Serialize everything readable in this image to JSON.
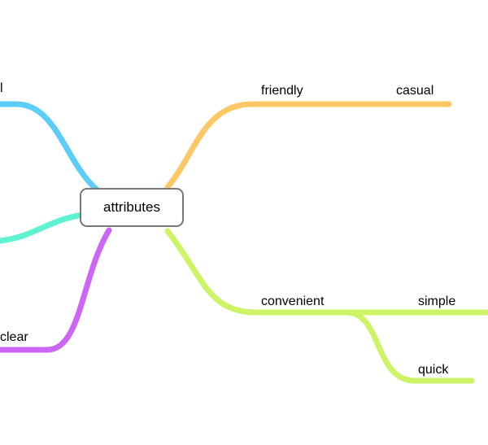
{
  "central": {
    "label": "attributes"
  },
  "colors": {
    "blue": "#5ccdf8",
    "teal": "#5ef3d0",
    "purple": "#cc66f4",
    "orange": "#ffc866",
    "lime": "#ccf466"
  },
  "nodes": {
    "blue_partial": "l",
    "clear": "clear",
    "friendly": "friendly",
    "casual": "casual",
    "convenient": "convenient",
    "simple": "simple",
    "quick": "quick"
  }
}
